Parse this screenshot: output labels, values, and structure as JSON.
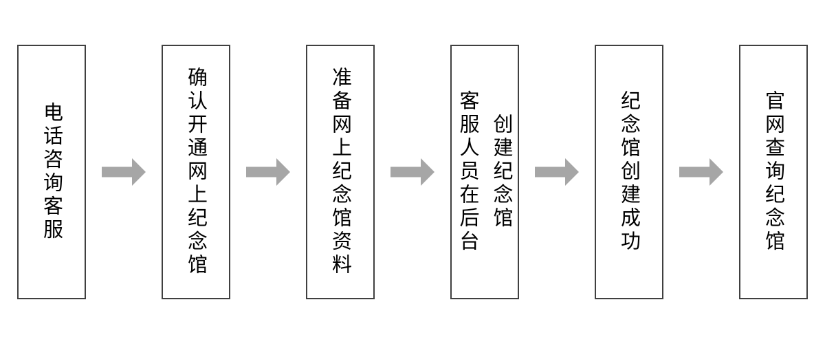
{
  "flowchart": {
    "title": "memorial-hall-creation-process",
    "background_color": "#ffffff",
    "box_border_color": "#404040",
    "text_color": "#000000",
    "arrow_color": "#a6a6a6",
    "steps": [
      {
        "id": 1,
        "lines": [
          "电话咨询客服"
        ]
      },
      {
        "id": 2,
        "lines": [
          "确认开通网上纪念馆"
        ]
      },
      {
        "id": 3,
        "lines": [
          "准备网上纪念馆资料"
        ]
      },
      {
        "id": 4,
        "lines": [
          "客服人员在后台",
          "创建纪念馆"
        ]
      },
      {
        "id": 5,
        "lines": [
          "纪念馆创建成功"
        ]
      },
      {
        "id": 6,
        "lines": [
          "官网查询纪念馆"
        ]
      }
    ]
  }
}
